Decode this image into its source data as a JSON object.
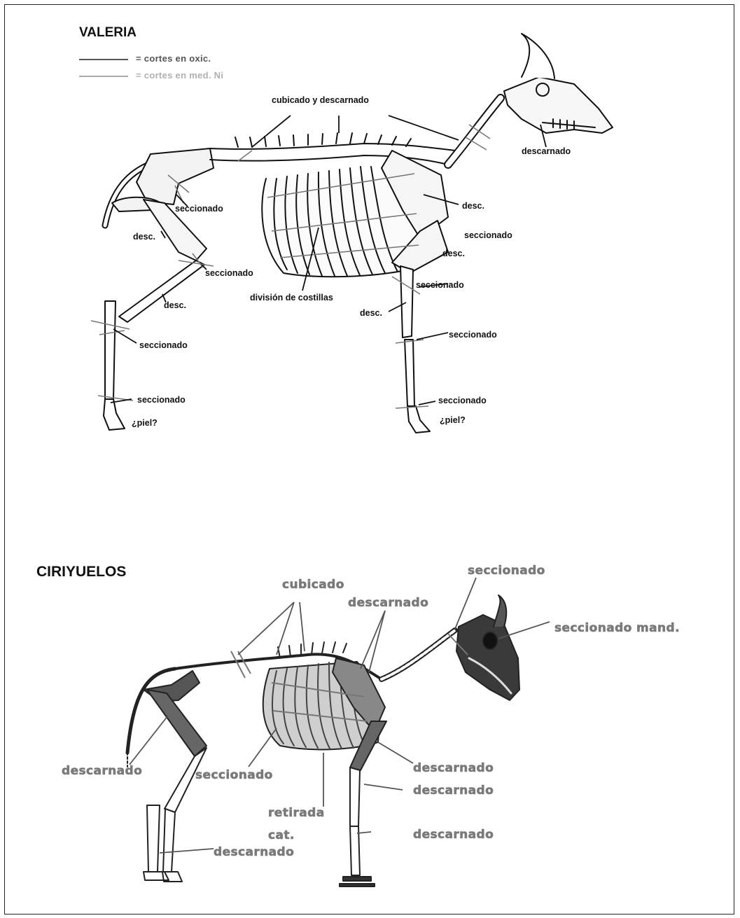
{
  "colors": {
    "ink": "#111111",
    "grey_label": "#7a7a7a",
    "frame": "#222222"
  },
  "valeria": {
    "title": "VALERIA",
    "legend": [
      {
        "text": "= cortes en oxic.",
        "color": "#555555"
      },
      {
        "text": "= cortes en med. Ni",
        "color": "#b0b0b0"
      }
    ],
    "labels": {
      "cubicado": "cubicado y descarnado",
      "descarnado_head": "descarnado",
      "desc_neck": "desc.",
      "secc_pelvis": "seccionado",
      "desc_hip": "desc.",
      "secc_scap": "seccionado",
      "desc_elbow": "desc.",
      "secc_knee": "seccionado",
      "secc_fore_radius": "seccionado",
      "desc_tibia": "desc.",
      "division": "división de costillas",
      "desc_fore": "desc.",
      "secc_hind_meta": "seccionado",
      "secc_fore_meta": "seccionado",
      "secc_hind_hoof": "seccionado",
      "secc_fore_hoof": "seccionado",
      "piel_hind": "¿piel?",
      "piel_fore": "¿piel?"
    }
  },
  "ciriyuelos": {
    "title": "CIRIYUELOS",
    "labels": {
      "cubicado": "cubicado",
      "descarnado_top": "descarnado",
      "seccionado_top": "seccionado",
      "secc_mand": "seccionado mand.",
      "descarnado_left": "descarnado",
      "seccionado_mid": "seccionado",
      "descarnado_r1": "descarnado",
      "descarnado_r2": "descarnado",
      "retirada": "retirada",
      "cat": "cat.",
      "descarnado_r3": "descarnado",
      "descarnado_bottom": "descarnado"
    }
  }
}
